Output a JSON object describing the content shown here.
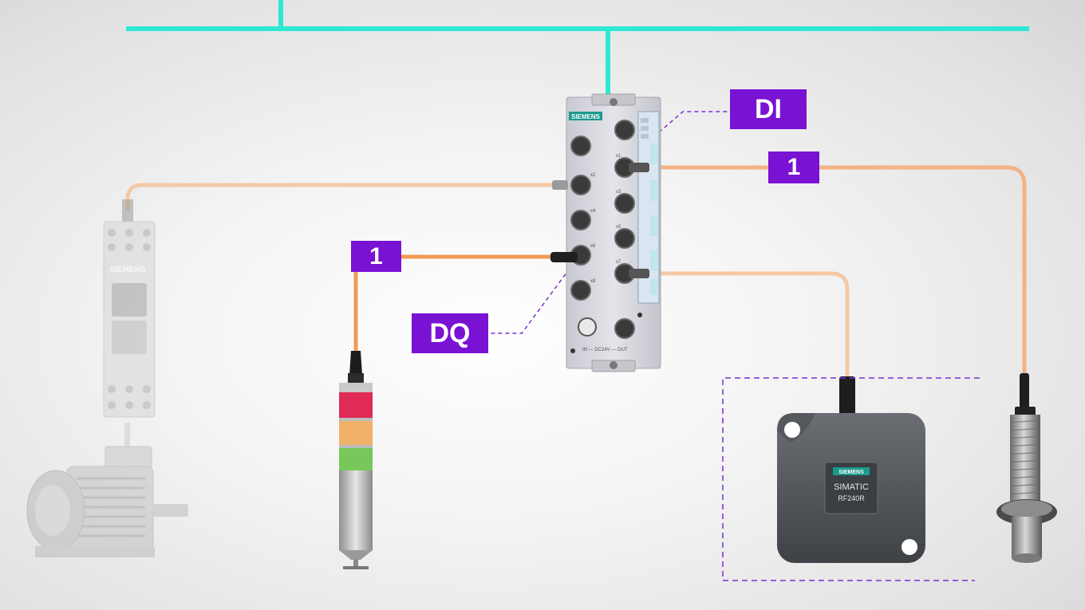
{
  "labels": {
    "di": "DI",
    "dq": "DQ",
    "channel_a": "1",
    "channel_b": "1"
  },
  "io_module": {
    "brand": "SIEMENS",
    "port_labels": [
      "x1",
      "x2",
      "x3",
      "x4",
      "x5",
      "x6",
      "x7",
      "x8"
    ],
    "power_label": "IN — DC24V — OUT"
  },
  "drive": {
    "brand": "SIEMENS"
  },
  "rfid_reader": {
    "brand": "SIEMENS",
    "product": "SIMATIC",
    "model": "RF240R"
  },
  "colors": {
    "bus": "#2ee8d4",
    "cable": "#f2a36a",
    "tag": "#7a12d4",
    "dashed": "#7a2fd0"
  }
}
